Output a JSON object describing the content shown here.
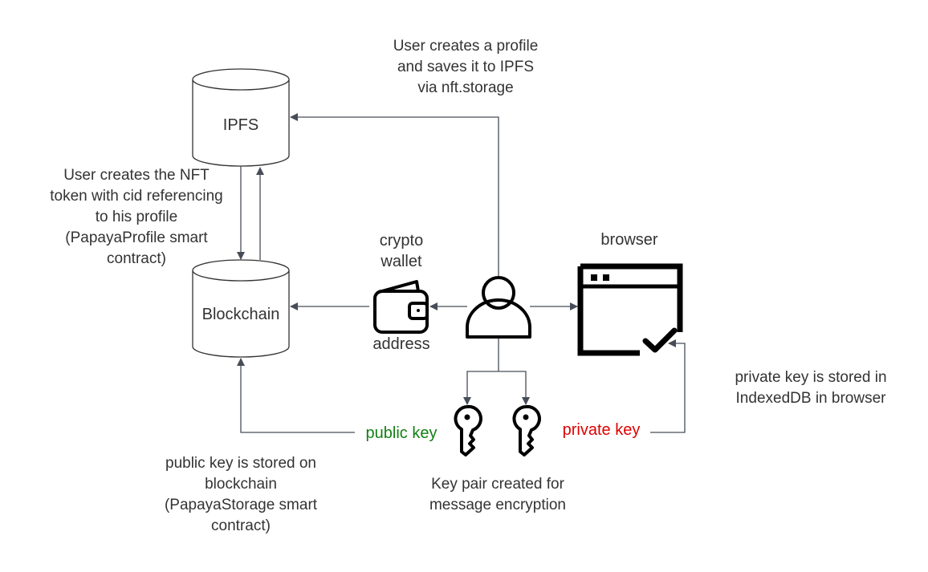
{
  "nodes": {
    "ipfs": "IPFS",
    "blockchain": "Blockchain",
    "wallet_title": "crypto\nwallet",
    "wallet_caption": "address",
    "browser": "browser"
  },
  "annotations": {
    "ipfs_upload": "User creates a profile\nand saves it to IPFS\nvia nft.storage",
    "nft_token": "User creates the NFT\ntoken with cid referencing\nto his profile\n(PapayaProfile smart\ncontract)",
    "public_key_storage": "public key is stored on\nblockchain\n(PapayaStorage smart\ncontract)",
    "key_pair": "Key pair created for\nmessage encryption",
    "private_key_storage": "private key is stored in\nIndexedDB in browser"
  },
  "keys": {
    "public_label": "public key",
    "private_label": "private key"
  },
  "colors": {
    "line": "#474d57",
    "shape_stroke": "#333333",
    "public_key": "#138013",
    "private_key": "#e00000",
    "icon": "#000000"
  },
  "icons": [
    "database-icon",
    "wallet-icon",
    "user-icon",
    "browser-window-icon",
    "checkmark-icon",
    "key-icon"
  ]
}
